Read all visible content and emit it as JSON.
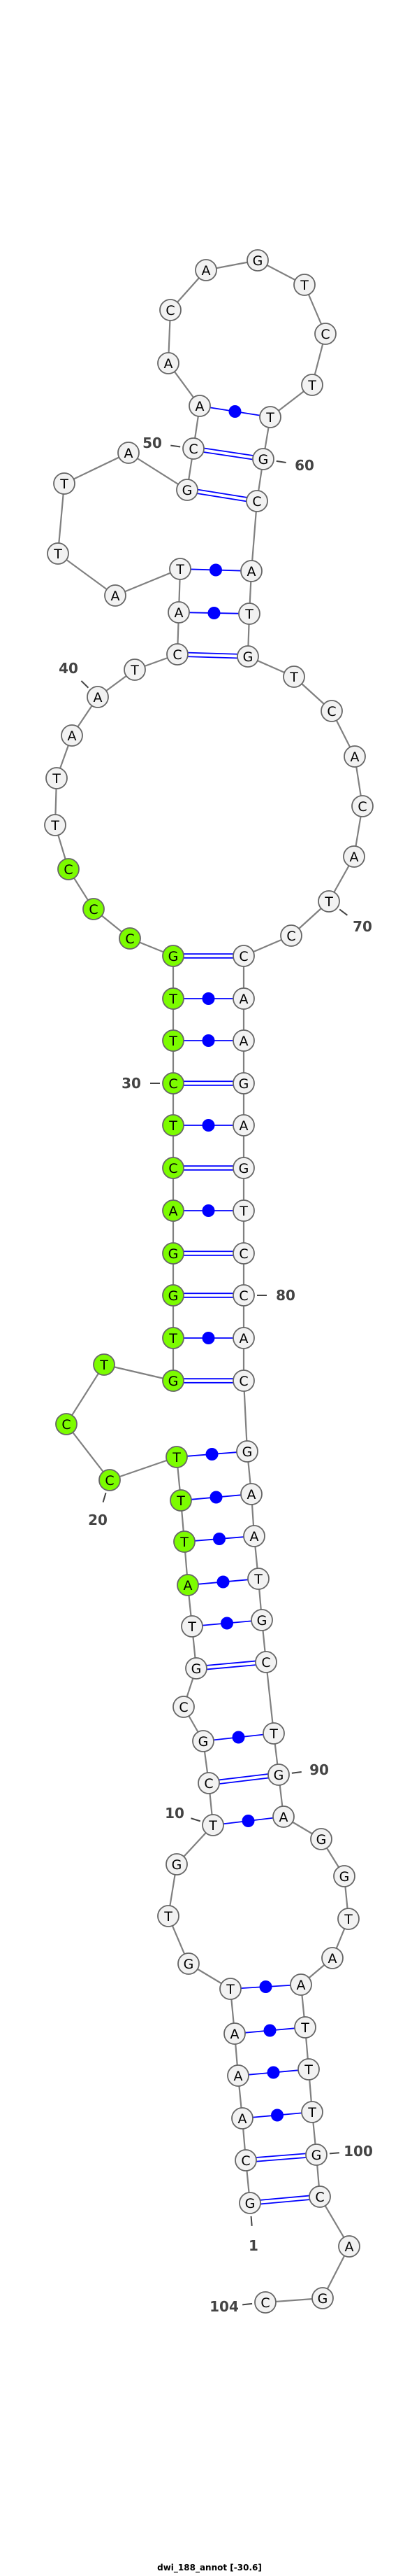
{
  "title": "dwi_188_annot [-30.6]",
  "sequence": "GCAAATGTGTCGCGTATTTCCTGTGGACTCTTGCCCTTAATCATATTAGCAACAGTCTTGCATGTCACATCCAAGAGTCCACGAATGCTGAGGTAATTTGCAGC",
  "pairs": [
    [
      1,
      101
    ],
    [
      2,
      100
    ],
    [
      3,
      99
    ],
    [
      4,
      98
    ],
    [
      5,
      97
    ],
    [
      6,
      96
    ],
    [
      10,
      91
    ],
    [
      11,
      90
    ],
    [
      12,
      89
    ],
    [
      14,
      88
    ],
    [
      15,
      87
    ],
    [
      16,
      86
    ],
    [
      17,
      85
    ],
    [
      18,
      84
    ],
    [
      19,
      83
    ],
    [
      23,
      82
    ],
    [
      24,
      81
    ],
    [
      25,
      80
    ],
    [
      26,
      79
    ],
    [
      27,
      78
    ],
    [
      28,
      77
    ],
    [
      29,
      76
    ],
    [
      30,
      75
    ],
    [
      31,
      74
    ],
    [
      32,
      73
    ],
    [
      33,
      72
    ],
    [
      42,
      64
    ],
    [
      43,
      63
    ],
    [
      44,
      62
    ],
    [
      49,
      61
    ],
    [
      50,
      60
    ],
    [
      51,
      59
    ]
  ],
  "highlight_range": [
    16,
    36
  ],
  "position_labels": [
    {
      "index": 1,
      "text": "1"
    },
    {
      "index": 10,
      "text": "10"
    },
    {
      "index": 20,
      "text": "20"
    },
    {
      "index": 30,
      "text": "30"
    },
    {
      "index": 40,
      "text": "40"
    },
    {
      "index": 50,
      "text": "50"
    },
    {
      "index": 60,
      "text": "60"
    },
    {
      "index": 70,
      "text": "70"
    },
    {
      "index": 80,
      "text": "80"
    },
    {
      "index": 90,
      "text": "90"
    },
    {
      "index": 100,
      "text": "100"
    },
    {
      "index": 104,
      "text": "104"
    }
  ],
  "colors": {
    "node_fill": "#f2f2f2",
    "node_stroke": "#666666",
    "highlight_fill": "#7cfc00",
    "backbone": "#808080",
    "pair": "#0000ff",
    "label": "#444444"
  }
}
